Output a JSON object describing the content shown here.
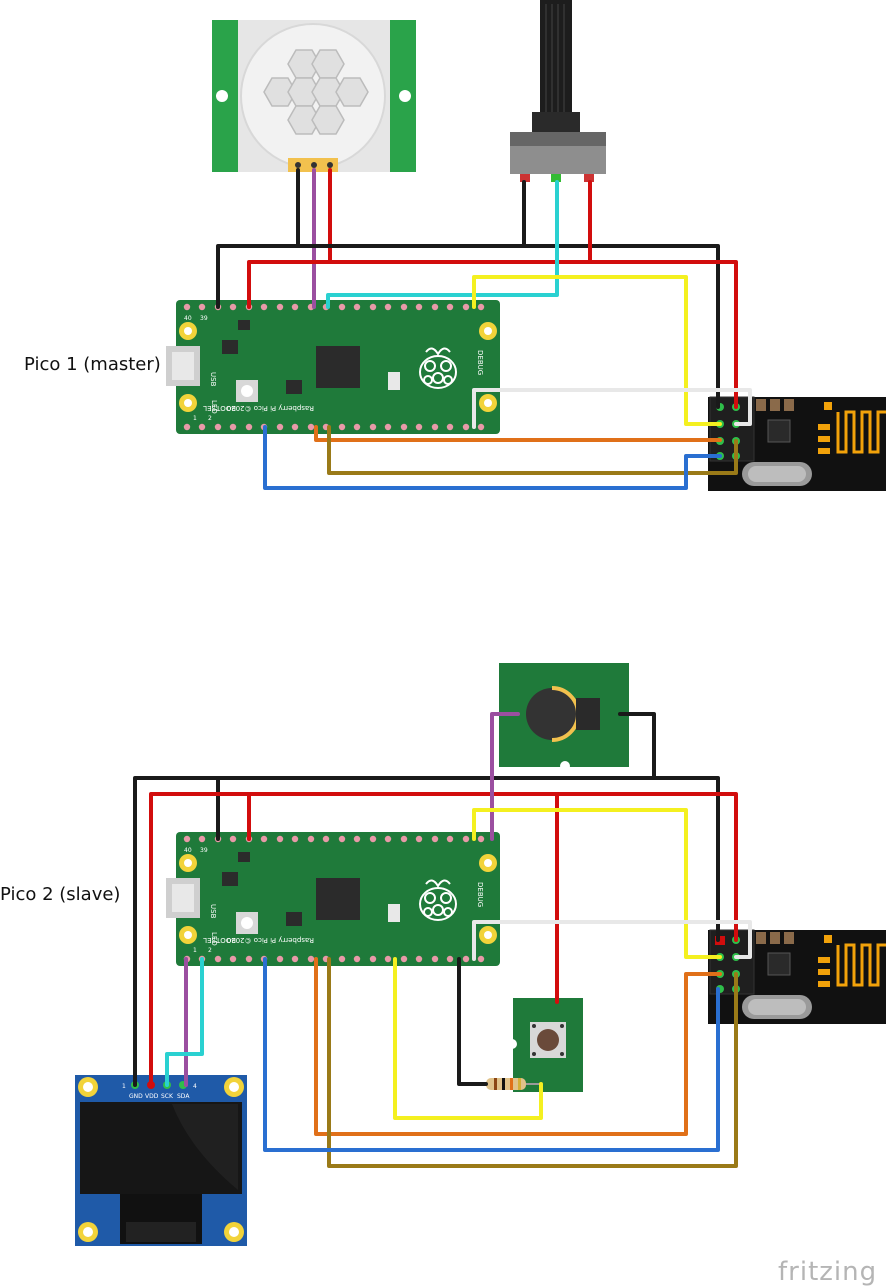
{
  "labels": {
    "pico1": "Pico 1 (master)",
    "pico2": "Pico 2 (slave)",
    "brand": "fritzing"
  },
  "pico_silk": {
    "usb": "USB",
    "led": "LED",
    "bootsel": "BOOTSEL",
    "debug": "DEBUG",
    "model": "Raspberry Pi Pico ©2020",
    "pin1": "1",
    "pin2": "2",
    "pin39": "39",
    "pin40": "40"
  },
  "oled": {
    "pins": [
      "GND",
      "VDD",
      "SCK",
      "SDA"
    ],
    "pin1": "1",
    "pin4": "4"
  },
  "colors": {
    "black": "#1a1a1a",
    "red": "#d20d0d",
    "purple": "#9b4fa0",
    "cyan": "#2ad1d1",
    "yellow": "#f4f020",
    "white": "#e8e8e8",
    "orange": "#e07019",
    "brown": "#9a7a18",
    "blue": "#2a6fd1",
    "board_green": "#1f7a3a",
    "pir_green": "#2aa34a"
  }
}
